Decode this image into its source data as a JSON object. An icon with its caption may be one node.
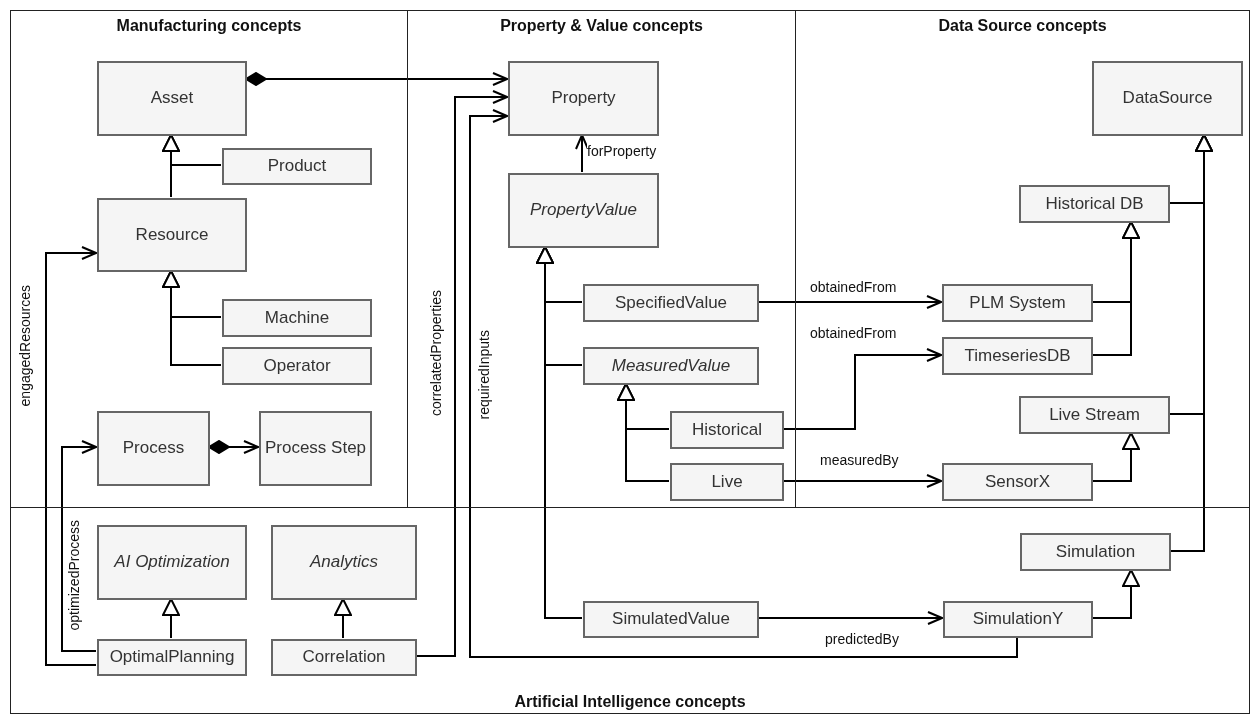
{
  "diagram": {
    "nodes": [
      {
        "text": [
          "Manufacturing concepts"
        ]
      },
      {
        "text": [
          "Asset"
        ],
        "in": 0
      },
      {
        "text": [
          "Product"
        ],
        "in": 0
      },
      {
        "text": [
          "Resource"
        ],
        "in": 0
      },
      {
        "text": [
          "Machine"
        ],
        "in": 0
      },
      {
        "text": [
          "Operator"
        ],
        "in": 0
      },
      {
        "text": [
          "Process"
        ],
        "in": 0
      },
      {
        "text": [
          "Process Step"
        ],
        "in": 0
      },
      {
        "text": [
          "Property & Value concepts"
        ]
      },
      {
        "text": [
          "Property"
        ],
        "in": 8
      },
      {
        "text": [
          "PropertyValue"
        ],
        "in": 8
      },
      {
        "text": [
          "SpecifiedValue"
        ],
        "in": 8
      },
      {
        "text": [
          "MeasuredValue"
        ],
        "in": 8
      },
      {
        "text": [
          "Historical"
        ],
        "in": 8
      },
      {
        "text": [
          "Live"
        ],
        "in": 8
      },
      {
        "text": [
          "Data Source concepts"
        ]
      },
      {
        "text": [
          "DataSource"
        ],
        "in": 15
      },
      {
        "text": [
          "Historical DB"
        ],
        "in": 15
      },
      {
        "text": [
          "PLM System"
        ],
        "in": 15
      },
      {
        "text": [
          "TimeseriesDB"
        ],
        "in": 15
      },
      {
        "text": [
          "Live Stream"
        ],
        "in": 15
      },
      {
        "text": [
          "SensorX"
        ],
        "in": 15
      },
      {
        "text": [
          "Artificial Intelligence concepts"
        ]
      },
      {
        "text": [
          "AI Optimization"
        ],
        "in": 22
      },
      {
        "text": [
          "Analytics"
        ],
        "in": 22
      },
      {
        "text": [
          "Simulation"
        ],
        "in": 22
      },
      {
        "text": [
          "OptimalPlanning"
        ],
        "in": 22
      },
      {
        "text": [
          "Correlation"
        ],
        "in": 22
      },
      {
        "text": [
          "SimulatedValue"
        ],
        "in": 22
      },
      {
        "text": [
          "SimulationY"
        ],
        "in": 22
      }
    ],
    "edges": [
      {
        "from": 1,
        "to": 9,
        "arrow": "to"
      },
      {
        "from": 2,
        "to": 1,
        "arrow": "to"
      },
      {
        "from": 3,
        "to": 1,
        "arrow": "to"
      },
      {
        "from": 4,
        "to": 3,
        "arrow": "to"
      },
      {
        "from": 5,
        "to": 3,
        "arrow": "to"
      },
      {
        "from": 6,
        "to": 7,
        "arrow": "to"
      },
      {
        "from": 10,
        "to": 9,
        "arrow": "to",
        "label": "forProperty"
      },
      {
        "from": 11,
        "to": 10,
        "arrow": "to"
      },
      {
        "from": 12,
        "to": 10,
        "arrow": "to"
      },
      {
        "from": 28,
        "to": 10,
        "arrow": "to"
      },
      {
        "from": 13,
        "to": 12,
        "arrow": "to"
      },
      {
        "from": 14,
        "to": 12,
        "arrow": "to"
      },
      {
        "from": 11,
        "to": 18,
        "arrow": "to",
        "label": "obtainedFrom"
      },
      {
        "from": 13,
        "to": 19,
        "arrow": "to",
        "label": "obtainedFrom"
      },
      {
        "from": 14,
        "to": 21,
        "arrow": "to",
        "label": "measuredBy"
      },
      {
        "from": 17,
        "to": 16,
        "arrow": "to"
      },
      {
        "from": 20,
        "to": 16,
        "arrow": "to"
      },
      {
        "from": 25,
        "to": 16,
        "arrow": "to"
      },
      {
        "from": 18,
        "to": 17,
        "arrow": "to"
      },
      {
        "from": 19,
        "to": 17,
        "arrow": "to"
      },
      {
        "from": 21,
        "to": 20,
        "arrow": "to"
      },
      {
        "from": 29,
        "to": 25,
        "arrow": "to"
      },
      {
        "from": 28,
        "to": 29,
        "arrow": "to",
        "label": "predictedBy"
      },
      {
        "from": 29,
        "to": 9,
        "arrow": "to",
        "label": "requiredInputs"
      },
      {
        "from": 26,
        "to": 3,
        "arrow": "to",
        "label": "engagedResources"
      },
      {
        "from": 26,
        "to": 6,
        "arrow": "to",
        "label": "optimizedProcess"
      },
      {
        "from": 26,
        "to": 23,
        "arrow": "to"
      },
      {
        "from": 27,
        "to": 24,
        "arrow": "to"
      },
      {
        "from": 27,
        "to": 9,
        "arrow": "to",
        "label": "correlatedProperties"
      }
    ]
  }
}
